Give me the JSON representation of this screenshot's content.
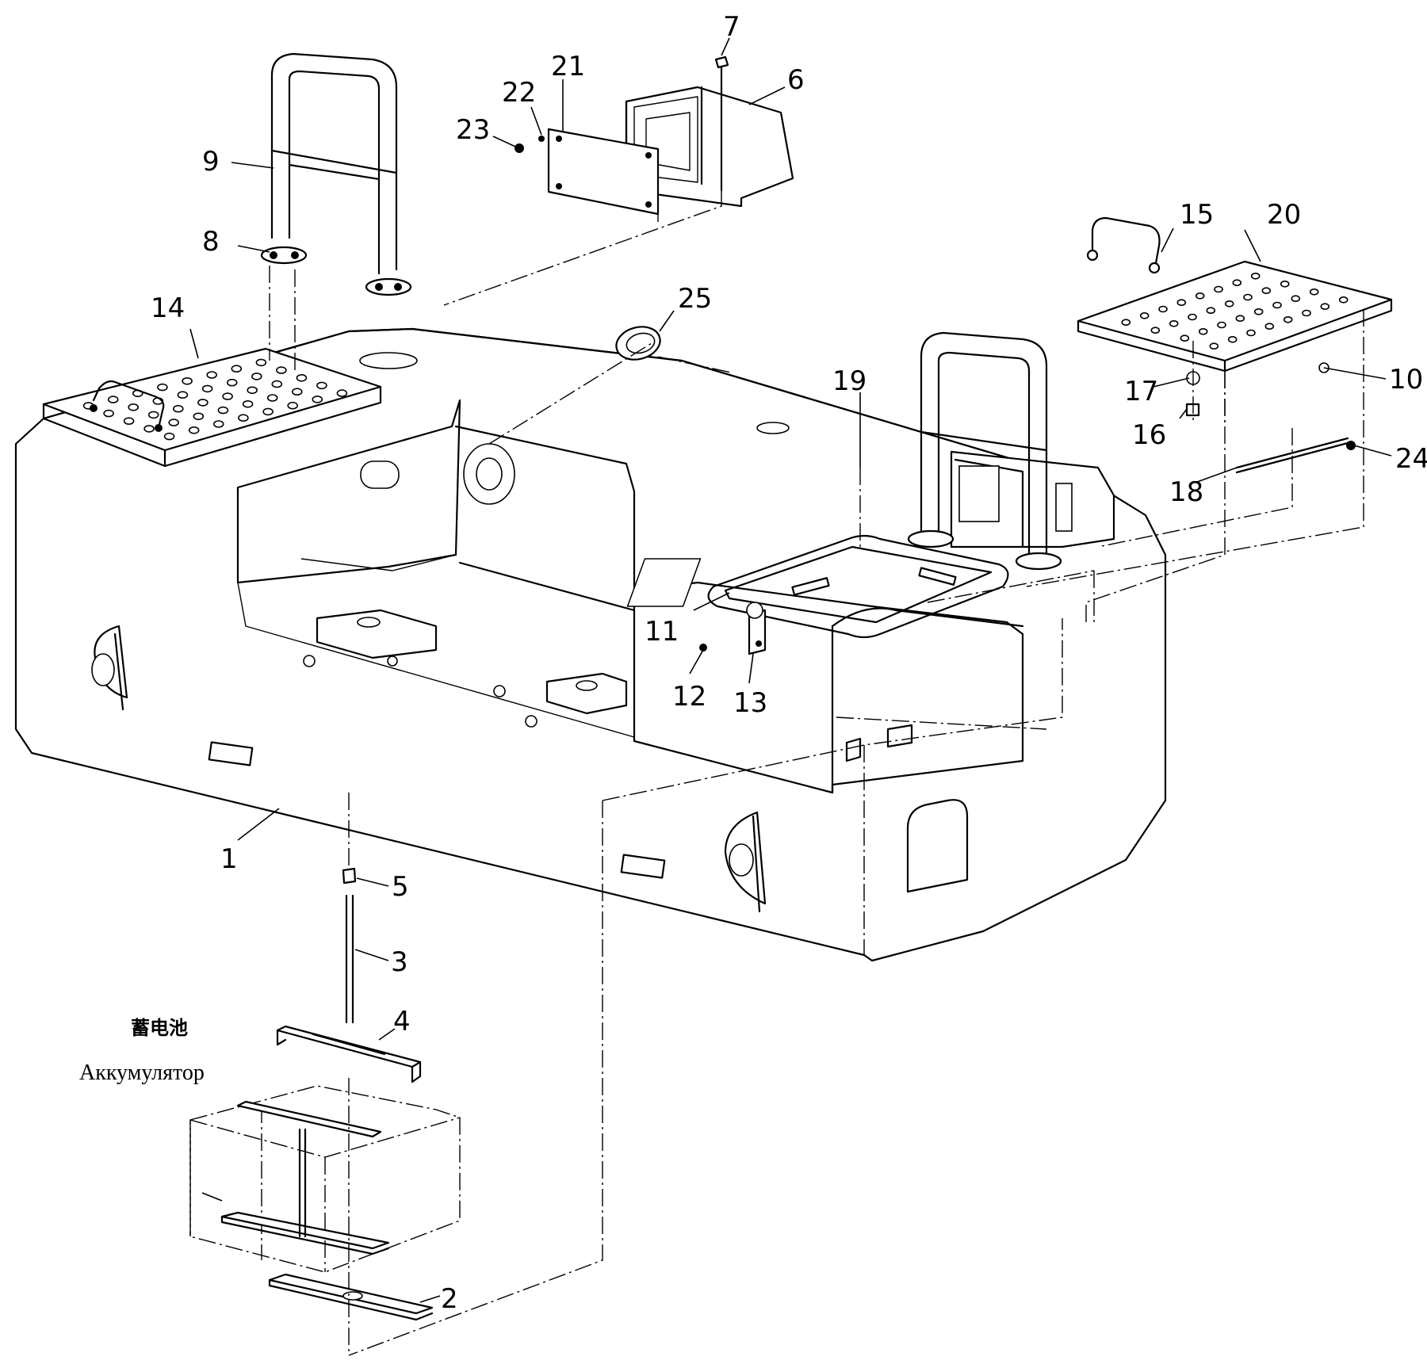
{
  "callouts": [
    "1",
    "2",
    "3",
    "4",
    "5",
    "6",
    "7",
    "8",
    "9",
    "10",
    "11",
    "12",
    "13",
    "14",
    "15",
    "16",
    "17",
    "18",
    "19",
    "20",
    "21",
    "22",
    "23",
    "24",
    "25"
  ],
  "battery_label": {
    "chinese": "蓄电池",
    "russian": "Аккумулятор"
  }
}
